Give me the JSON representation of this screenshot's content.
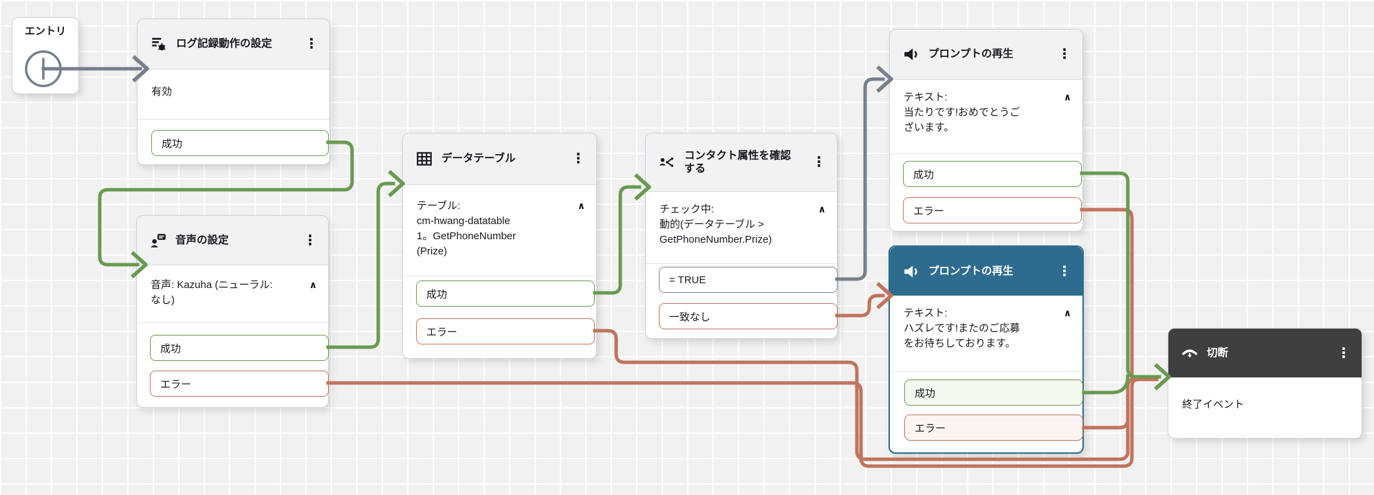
{
  "app": {
    "name": "contact-flow-editor-canvas"
  },
  "colors": {
    "success": "#689a50",
    "error": "#c1735c",
    "neutral": "#75808e",
    "selected_blue": "#2d6c8e",
    "header_dark": "#3f3f3f",
    "header_gray": "#f1f2f3",
    "canvas_bg": "#f1f1f1",
    "grid_line": "#ffffff"
  },
  "entry": {
    "label": "エントリ"
  },
  "glyphs": {
    "kebab": "⋮",
    "collapse": "∧"
  },
  "nodes": [
    {
      "title": "ログ記録動作の設定",
      "icon": "logging-icon",
      "body": "有効",
      "outputs": [
        {
          "label": "成功",
          "type": "success"
        }
      ]
    },
    {
      "title": "音声の設定",
      "icon": "voice-icon",
      "body": "音声: Kazuha (ニューラル:\nなし)",
      "outputs": [
        {
          "label": "成功",
          "type": "success"
        },
        {
          "label": "エラー",
          "type": "error"
        }
      ]
    },
    {
      "title": "データテーブル",
      "icon": "datatable-icon",
      "body": "テーブル:\ncm-hwang-datatable\n1。GetPhoneNumber\n(Prize)",
      "outputs": [
        {
          "label": "成功",
          "type": "success"
        },
        {
          "label": "エラー",
          "type": "error"
        }
      ]
    },
    {
      "title": "コンタクト属性を確認する",
      "icon": "check-attributes-icon",
      "body": "チェック中:\n動的(データテーブル >\nGetPhoneNumber.Prize)",
      "outputs": [
        {
          "label": "= TRUE",
          "type": "neutral"
        },
        {
          "label": "一致なし",
          "type": "error"
        }
      ]
    },
    {
      "title": "プロンプトの再生",
      "icon": "speaker-icon",
      "body": "テキスト:\n当たりです!おめでとうご\nざいます。",
      "outputs": [
        {
          "label": "成功",
          "type": "success"
        },
        {
          "label": "エラー",
          "type": "error"
        }
      ]
    },
    {
      "title": "プロンプトの再生",
      "icon": "speaker-icon",
      "selected": true,
      "body": "テキスト:\nハズレです!またのご応募\nをお待ちしております。",
      "outputs": [
        {
          "label": "成功",
          "type": "success"
        },
        {
          "label": "エラー",
          "type": "error"
        }
      ]
    },
    {
      "title": "切断",
      "icon": "disconnect-icon",
      "body": "終了イベント",
      "outputs": []
    }
  ]
}
